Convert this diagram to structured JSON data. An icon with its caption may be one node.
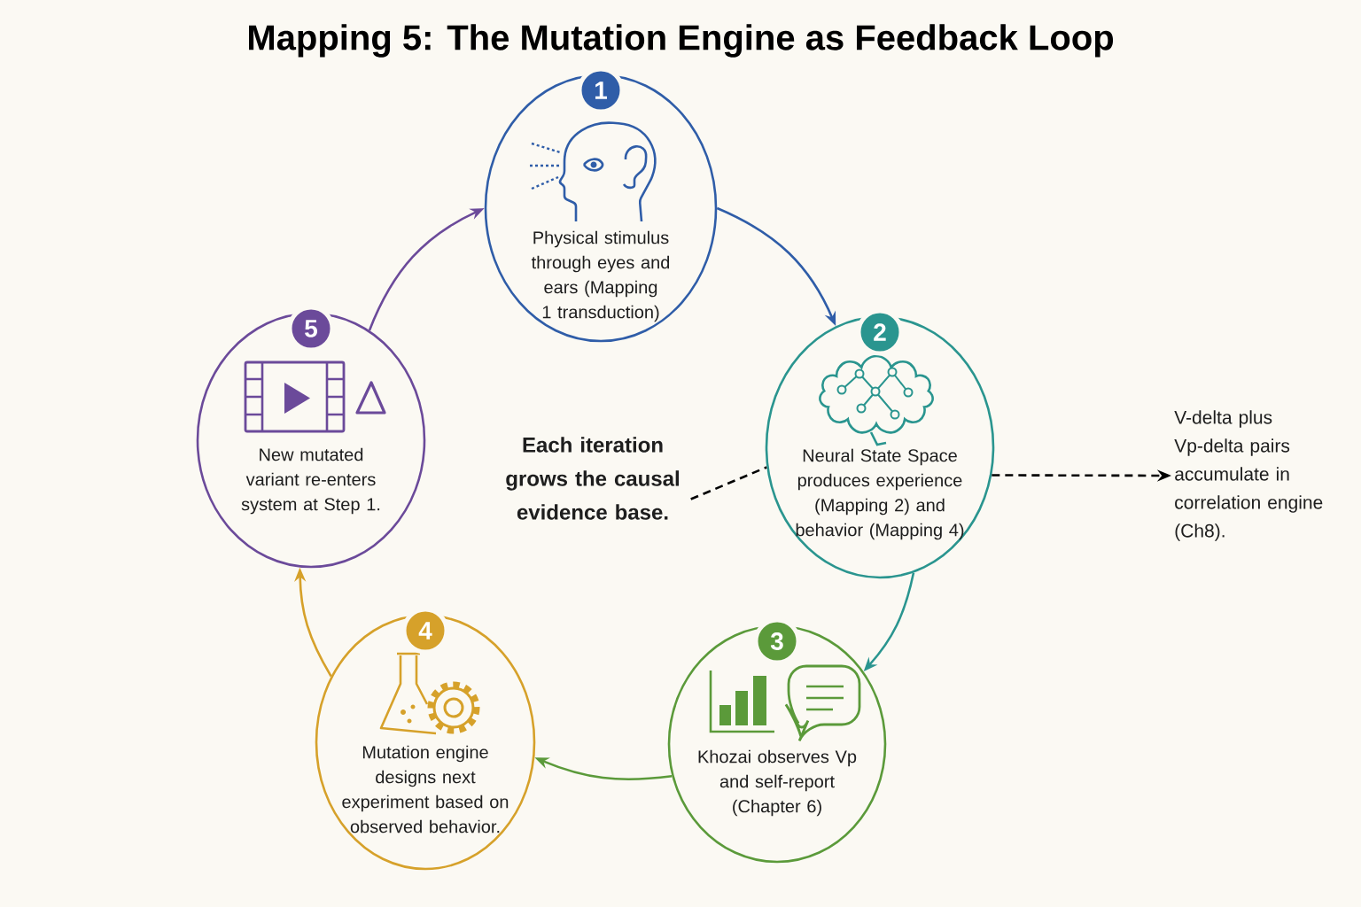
{
  "diagram": {
    "title": "Mapping 5: The Mutation Engine as Feedback Loop",
    "nodes": [
      {
        "text": [
          "1",
          "Physical stimulus through eyes and ears (Mapping 1 transduction)"
        ]
      },
      {
        "text": [
          "2",
          "Neural State Space produces experience (Mapping 2) and behavior (Mapping 4)"
        ]
      },
      {
        "text": [
          "3",
          "Khozai observes Vp and self-report (Chapter 6)"
        ]
      },
      {
        "text": [
          "4",
          "Mutation engine designs next experiment based on observed behavior."
        ]
      },
      {
        "text": [
          "5",
          "New mutated variant re-enters system at Step 1."
        ]
      },
      {
        "text": [
          "Each iteration grows the causal evidence base."
        ]
      },
      {
        "text": [
          "V-delta plus Vp-delta pairs accumulate in correlation engine (Ch8)."
        ]
      }
    ],
    "edges": [
      {
        "from": 0,
        "to": 1,
        "arrow": "to",
        "color": "#2f5da8"
      },
      {
        "from": 1,
        "to": 2,
        "arrow": "to",
        "color": "#2a958f"
      },
      {
        "from": 2,
        "to": 3,
        "arrow": "to",
        "color": "#5b9a3a"
      },
      {
        "from": 3,
        "to": 4,
        "arrow": "to",
        "color": "#d6a12a"
      },
      {
        "from": 4,
        "to": 0,
        "arrow": "to",
        "color": "#6b4a9a"
      },
      {
        "from": 5,
        "to": 1,
        "arrow": "none",
        "style": "dashed"
      },
      {
        "from": 1,
        "to": 6,
        "arrow": "to",
        "style": "dashed"
      }
    ]
  }
}
